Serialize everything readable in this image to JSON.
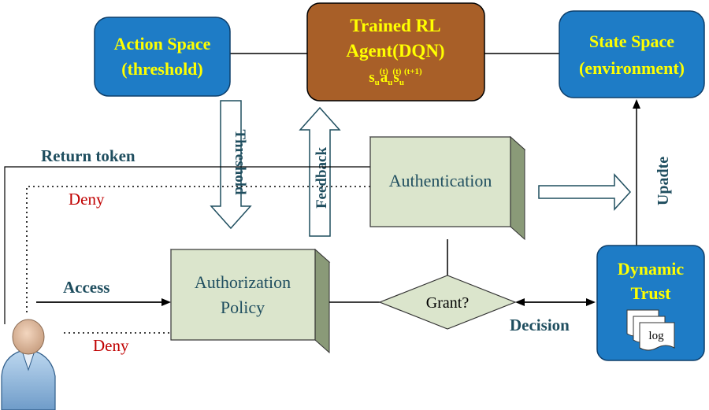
{
  "nodes": {
    "action_space": {
      "line1": "Action Space",
      "line2": "(threshold)"
    },
    "rl_agent": {
      "line1": "Trained RL",
      "line2": "Agent(DQN)",
      "formula": {
        "s": "s",
        "u": "u",
        "a": "a",
        "t": "(t)",
        "t1": "(t+1)"
      }
    },
    "state_space": {
      "line1": "State Space",
      "line2": "(environment)"
    },
    "authentication": {
      "label": "Authentication"
    },
    "authorization": {
      "line1": "Authorization",
      "line2": "Policy"
    },
    "grant": {
      "label": "Grant?"
    },
    "dynamic_trust": {
      "line1": "Dynamic",
      "line2": "Trust",
      "log": "log"
    }
  },
  "labels": {
    "return_token": "Return token",
    "deny": "Deny",
    "access": "Access",
    "decision": "Decision",
    "threshold": "Threshold",
    "feedback": "Feedback",
    "update": "Upadte"
  },
  "colors": {
    "blue_box": "#1e7cc6",
    "brown_box": "#a85f28",
    "green_box": "#dbe5cc",
    "yellow_text": "#ffff00",
    "teal_text": "#1f4e5f",
    "red_text": "#c00000"
  }
}
